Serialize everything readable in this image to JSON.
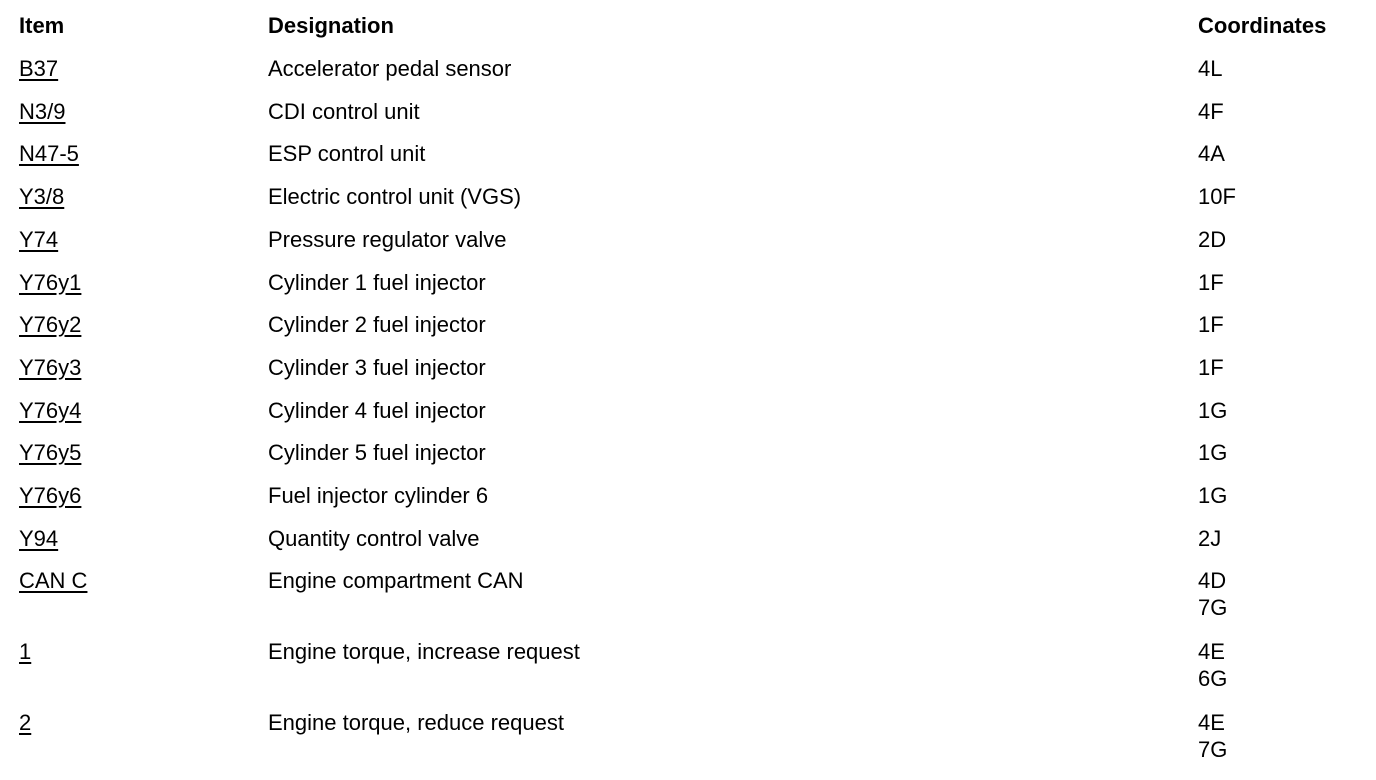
{
  "headers": {
    "item": "Item",
    "designation": "Designation",
    "coordinates": "Coordinates"
  },
  "rows": [
    {
      "item": "B37",
      "designation": "Accelerator pedal sensor",
      "coordinates": [
        "4L"
      ]
    },
    {
      "item": "N3/9",
      "designation": "CDI control unit",
      "coordinates": [
        "4F"
      ]
    },
    {
      "item": "N47-5",
      "designation": "ESP control unit",
      "coordinates": [
        "4A"
      ]
    },
    {
      "item": "Y3/8",
      "designation": "Electric control unit (VGS)",
      "coordinates": [
        "10F"
      ]
    },
    {
      "item": "Y74",
      "designation": "Pressure regulator valve",
      "coordinates": [
        "2D"
      ]
    },
    {
      "item": "Y76y1",
      "designation": "Cylinder 1 fuel injector",
      "coordinates": [
        "1F"
      ]
    },
    {
      "item": "Y76y2",
      "designation": "Cylinder 2 fuel injector",
      "coordinates": [
        "1F"
      ]
    },
    {
      "item": "Y76y3",
      "designation": "Cylinder 3 fuel injector",
      "coordinates": [
        "1F"
      ]
    },
    {
      "item": "Y76y4",
      "designation": "Cylinder 4 fuel injector",
      "coordinates": [
        "1G"
      ]
    },
    {
      "item": "Y76y5",
      "designation": "Cylinder 5 fuel injector",
      "coordinates": [
        "1G"
      ]
    },
    {
      "item": "Y76y6",
      "designation": "Fuel injector cylinder 6",
      "coordinates": [
        "1G"
      ]
    },
    {
      "item": "Y94",
      "designation": "Quantity control valve",
      "coordinates": [
        "2J"
      ]
    },
    {
      "item": "CAN C",
      "designation": "Engine compartment CAN",
      "coordinates": [
        "4D",
        "7G"
      ]
    },
    {
      "item": "1",
      "designation": "Engine torque, increase request",
      "coordinates": [
        "4E",
        "6G"
      ]
    },
    {
      "item": "2",
      "designation": "Engine torque, reduce request",
      "coordinates": [
        "4E",
        "7G"
      ]
    }
  ]
}
